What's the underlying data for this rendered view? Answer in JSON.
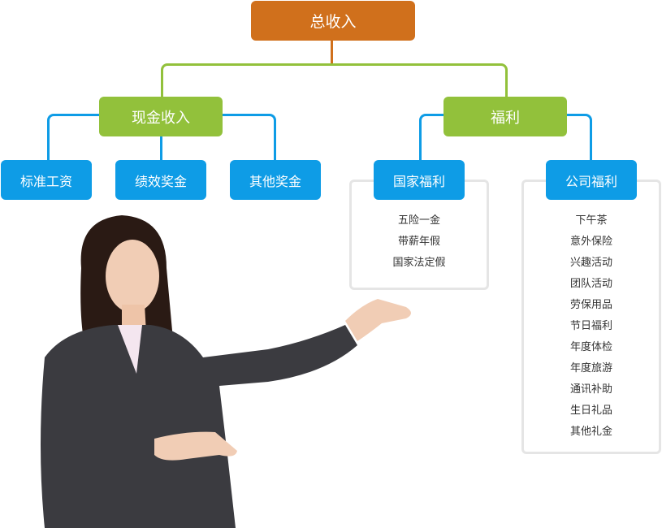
{
  "root": {
    "label": "总收入"
  },
  "cash": {
    "label": "现金收入",
    "children": [
      "标准工资",
      "绩效奖金",
      "其他奖金"
    ]
  },
  "welfare": {
    "label": "福利",
    "national": {
      "label": "国家福利",
      "items": [
        "五险一金",
        "带薪年假",
        "国家法定假"
      ]
    },
    "company": {
      "label": "公司福利",
      "items": [
        "下午茶",
        "意外保险",
        "兴趣活动",
        "团队活动",
        "劳保用品",
        "节日福利",
        "年度体检",
        "年度旅游",
        "通讯补助",
        "生日礼品",
        "其他礼金"
      ]
    }
  },
  "colors": {
    "root": "#d0701c",
    "level2": "#92c13b",
    "level3": "#0e9ce6",
    "panel_border": "#e5e5e5"
  }
}
